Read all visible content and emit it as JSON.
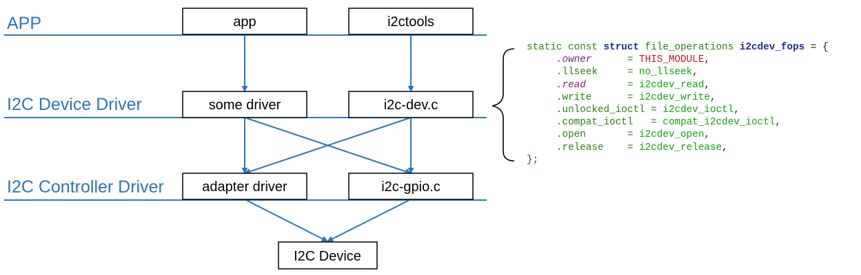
{
  "layers": [
    {
      "id": "app",
      "label": "APP"
    },
    {
      "id": "device",
      "label": "I2C Device Driver"
    },
    {
      "id": "controller",
      "label": "I2C Controller Driver"
    }
  ],
  "boxes": {
    "app": "app",
    "i2ctools": "i2ctools",
    "some_driver": "some driver",
    "i2c_dev": "i2c-dev.c",
    "adapter_driver": "adapter driver",
    "i2c_gpio": "i2c-gpio.c",
    "i2c_device": "I2C Device"
  },
  "edges": [
    {
      "from": "app",
      "to": "some_driver"
    },
    {
      "from": "i2ctools",
      "to": "i2c_dev"
    },
    {
      "from": "some_driver",
      "to": "adapter_driver"
    },
    {
      "from": "some_driver",
      "to": "i2c_gpio"
    },
    {
      "from": "i2c_dev",
      "to": "adapter_driver"
    },
    {
      "from": "i2c_dev",
      "to": "i2c_gpio"
    },
    {
      "from": "adapter_driver",
      "to": "i2c_device"
    },
    {
      "from": "i2c_gpio",
      "to": "i2c_device"
    }
  ],
  "code": {
    "header_kw": "static const ",
    "header_struct": "struct",
    "header_type": " file_operations ",
    "header_name": "i2cdev_fops",
    "header_end": " = {",
    "fields": [
      {
        "name": ".owner",
        "italic": true,
        "pad": "      ",
        "value": "THIS_MODULE",
        "value_kind": "macro"
      },
      {
        "name": ".llseek",
        "italic": false,
        "pad": "     ",
        "value": "no_llseek",
        "value_kind": "func"
      },
      {
        "name": ".read",
        "italic": true,
        "pad": "       ",
        "value": "i2cdev_read",
        "value_kind": "func"
      },
      {
        "name": ".write",
        "italic": false,
        "pad": "      ",
        "value": "i2cdev_write",
        "value_kind": "func"
      },
      {
        "name": ".unlocked_ioctl",
        "italic": false,
        "pad": " ",
        "value": "i2cdev_ioctl",
        "value_kind": "func"
      },
      {
        "name": ".compat_ioctl",
        "italic": false,
        "pad": "   ",
        "value": "compat_i2cdev_ioctl",
        "value_kind": "func"
      },
      {
        "name": ".open",
        "italic": false,
        "pad": "       ",
        "value": "i2cdev_open",
        "value_kind": "func"
      },
      {
        "name": ".release",
        "italic": false,
        "pad": "    ",
        "value": "i2cdev_release",
        "value_kind": "func"
      }
    ],
    "footer": "};"
  },
  "colors": {
    "accent": "#2e75b6",
    "keyword": "#2e7d14",
    "field_italic": "#7a1f7a",
    "macro": "#d01020"
  }
}
